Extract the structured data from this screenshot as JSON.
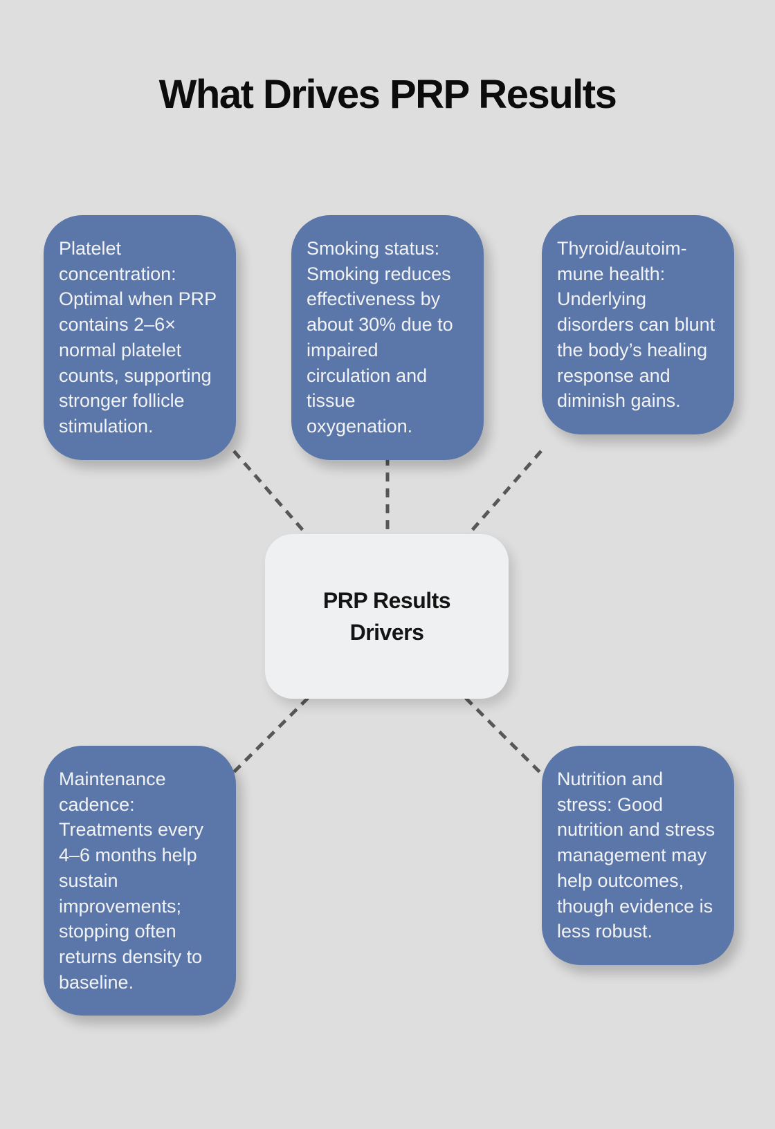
{
  "title": "What Drives PRP Results",
  "center": {
    "label": "PRP Results Drivers"
  },
  "nodes": [
    {
      "id": "platelet-concentration",
      "text": "Platelet concentration: Optimal when PRP contains 2–6× normal platelet counts, supporting stronger follicle stimulation."
    },
    {
      "id": "smoking-status",
      "text": "Smoking status: Smoking reduces effectiveness by about 30% due to impaired circulation and tissue oxygenation."
    },
    {
      "id": "thyroid-autoimmune-health",
      "text": "Thyroid/autoim­mune health: Underlying disorders can blunt the body’s healing response and diminish gains."
    },
    {
      "id": "maintenance-cadence",
      "text": "Maintenance cadence: Treatments every 4–6 months help sustain improvements; stopping often returns density to baseline."
    },
    {
      "id": "nutrition-and-stress",
      "text": "Nutrition and stress: Good nutrition and stress management may help outcomes, though evidence is less robust."
    }
  ],
  "edges": [
    {
      "from": "platelet-concentration",
      "to": "center"
    },
    {
      "from": "smoking-status",
      "to": "center"
    },
    {
      "from": "thyroid-autoimmune-health",
      "to": "center"
    },
    {
      "from": "center",
      "to": "maintenance-cadence"
    },
    {
      "from": "center",
      "to": "nutrition-and-stress"
    }
  ],
  "colors": {
    "background": "#dedede",
    "node_fill": "#5b76a8",
    "node_text": "#f2f3f5",
    "center_fill": "#eff0f1",
    "center_text": "#141414",
    "connector": "#575757",
    "title_text": "#0c0c0c"
  }
}
